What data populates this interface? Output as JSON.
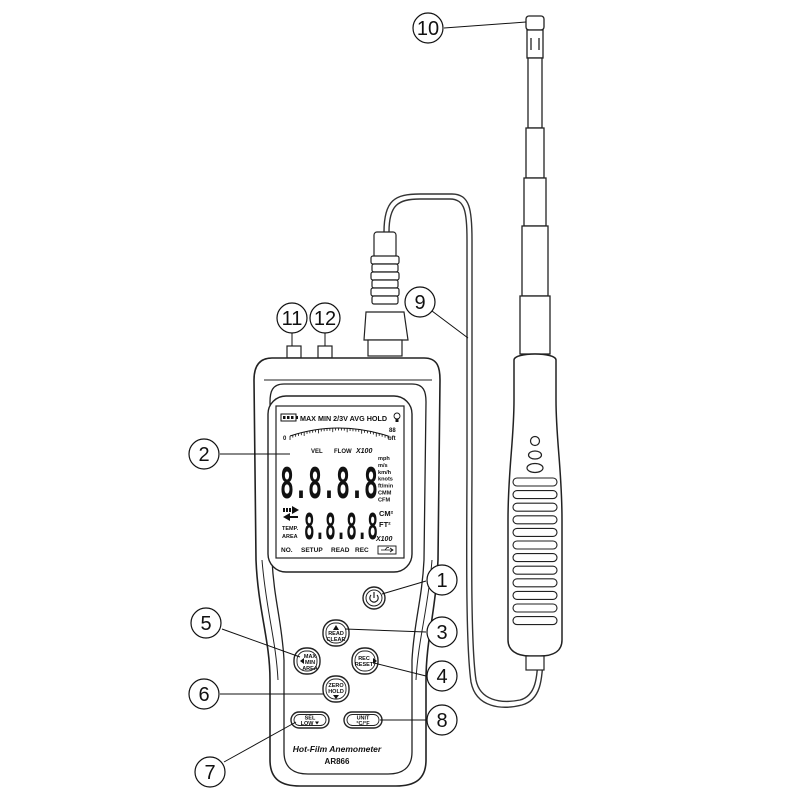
{
  "device": {
    "name": "Hot-Film Anemometer",
    "model": "AR866"
  },
  "lcd": {
    "top_row": "MAX MIN 2/3V AVG HOLD",
    "scale_left": "0",
    "scale_right": "88",
    "scale_unit": "bft",
    "mode_vel": "VEL",
    "mode_flow": "FLOW",
    "multiplier_top": "X100",
    "main_digits": "8.8.8.8",
    "sub_digits": "8.8.8.8",
    "units": [
      "mph",
      "m/s",
      "km/h",
      "knots",
      "ft/min",
      "CMM",
      "CFM"
    ],
    "area_unit_cm": "CM²",
    "area_unit_ft": "FT²",
    "left_temp": "TEMP.",
    "left_area": "AREA",
    "multiplier_bottom": "X100",
    "bottom_row": [
      "NO.",
      "SETUP",
      "READ",
      "REC"
    ]
  },
  "buttons": {
    "read_clear": [
      "READ",
      "CLEAR"
    ],
    "max_min_area": [
      "MAX",
      "MIN",
      "AREA"
    ],
    "rec_reset": [
      "REC",
      "RESET"
    ],
    "zero_hold": [
      "ZERO",
      "HOLD"
    ],
    "sel_low": [
      "SEL",
      "LOW"
    ],
    "unit": [
      "UNIT",
      "°C/°F"
    ]
  },
  "callouts": [
    "1",
    "2",
    "3",
    "4",
    "5",
    "6",
    "7",
    "8",
    "9",
    "10",
    "11",
    "12"
  ]
}
